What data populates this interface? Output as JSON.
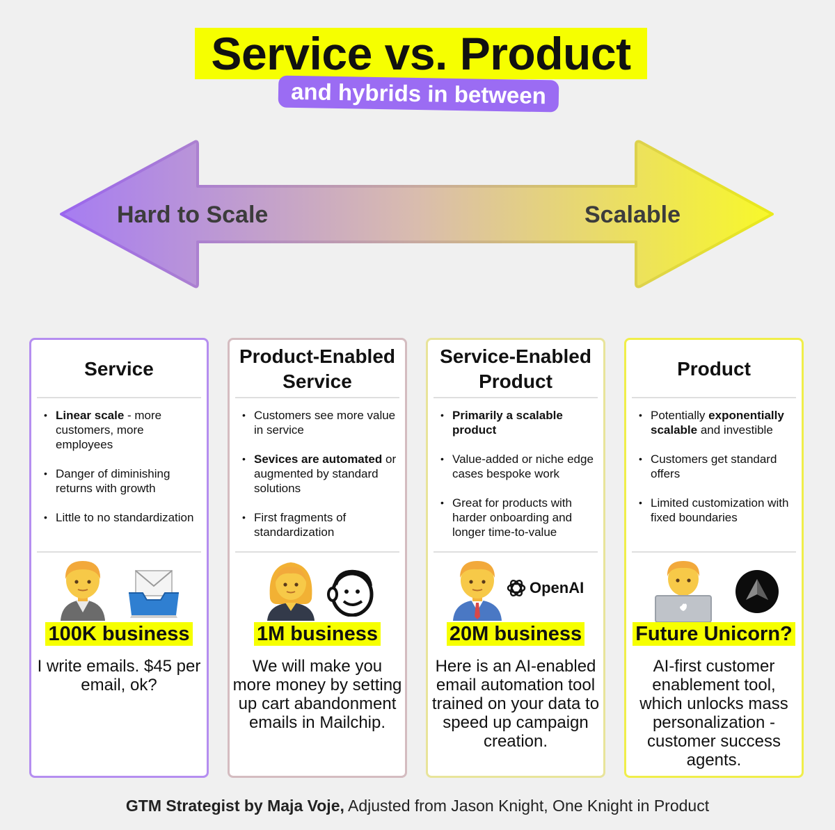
{
  "header": {
    "title": "Service vs. Product",
    "subtitle": "and hybrids in between"
  },
  "arrow": {
    "left_label": "Hard to Scale",
    "right_label": "Scalable",
    "color_left": "#a97cf0",
    "color_right": "#f5f53a"
  },
  "cards": [
    {
      "title": "Service",
      "border_color": "#b58ef0",
      "bullets": [
        {
          "bold": "Linear scale",
          "text": " - more customers, more employees"
        },
        {
          "bold": "",
          "text": "Danger of diminishing returns with growth"
        },
        {
          "bold": "",
          "text": "Little to no standardization"
        }
      ],
      "badge": "100K business",
      "description": "I write emails. $45 per email, ok?"
    },
    {
      "title": "Product-Enabled Service",
      "border_color": "#d4bcc0",
      "bullets": [
        {
          "bold": "",
          "text": "Customers see more value in service"
        },
        {
          "bold": "Sevices are automated",
          "text": " or augmented by standard solutions"
        },
        {
          "bold": "",
          "text": "First fragments of standardization"
        }
      ],
      "badge": "1M business",
      "description": "We will make you more money by setting up cart abandonment emails in Mailchip."
    },
    {
      "title": "Service-Enabled Product",
      "border_color": "#e8e49a",
      "bullets": [
        {
          "bold": "Primarily a scalable product",
          "text": ""
        },
        {
          "bold": "",
          "text": "Value-added or niche edge cases bespoke work"
        },
        {
          "bold": "",
          "text": "Great for products with harder onboarding and longer time-to-value"
        }
      ],
      "badge": "20M business",
      "logo_text": "OpenAI",
      "description": "Here is an AI-enabled email automation tool trained on your data to speed up campaign creation."
    },
    {
      "title": "Product",
      "border_color": "#f0ee4a",
      "bullets": [
        {
          "bold": "",
          "text": "Potentially ",
          "bold2": "exponentially scalable",
          "text2": " and investible"
        },
        {
          "bold": "",
          "text": "Customers get standard offers"
        },
        {
          "bold": "",
          "text": "Limited customization with fixed boundaries"
        }
      ],
      "badge": "Future Unicorn?",
      "description": "AI-first customer enablement tool, which unlocks mass personalization - customer success agents."
    }
  ],
  "footer": {
    "bold": "GTM Strategist by Maja Voje,",
    "text": " Adjusted from Jason Knight, One Knight in Product"
  }
}
